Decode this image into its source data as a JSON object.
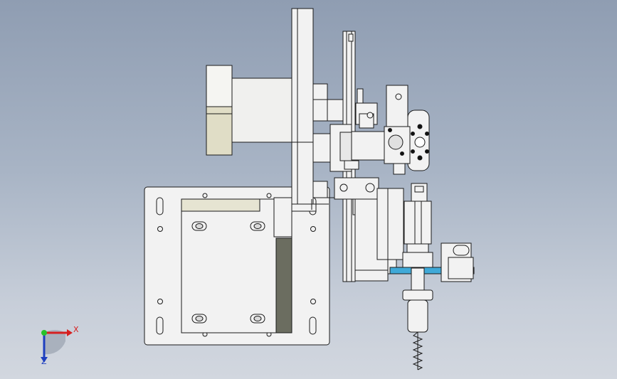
{
  "viewport": {
    "title": "",
    "background_top": "#8f9db2",
    "background_bottom": "#d2d7df"
  },
  "model": {
    "name": "",
    "view": "front",
    "display_style": "shaded-with-edges",
    "colors": {
      "body": "#f2f2f2",
      "edge": "#1a1a1a",
      "dark_strip": "#6b6d60",
      "beige_strip": "#e6e4d2",
      "cyan_band": "#3fa9d8"
    }
  },
  "triad": {
    "x_label": "X",
    "z_label": "Z",
    "x_color": "#d62020",
    "y_color": "#27c22a",
    "z_color": "#1e3fbf"
  }
}
